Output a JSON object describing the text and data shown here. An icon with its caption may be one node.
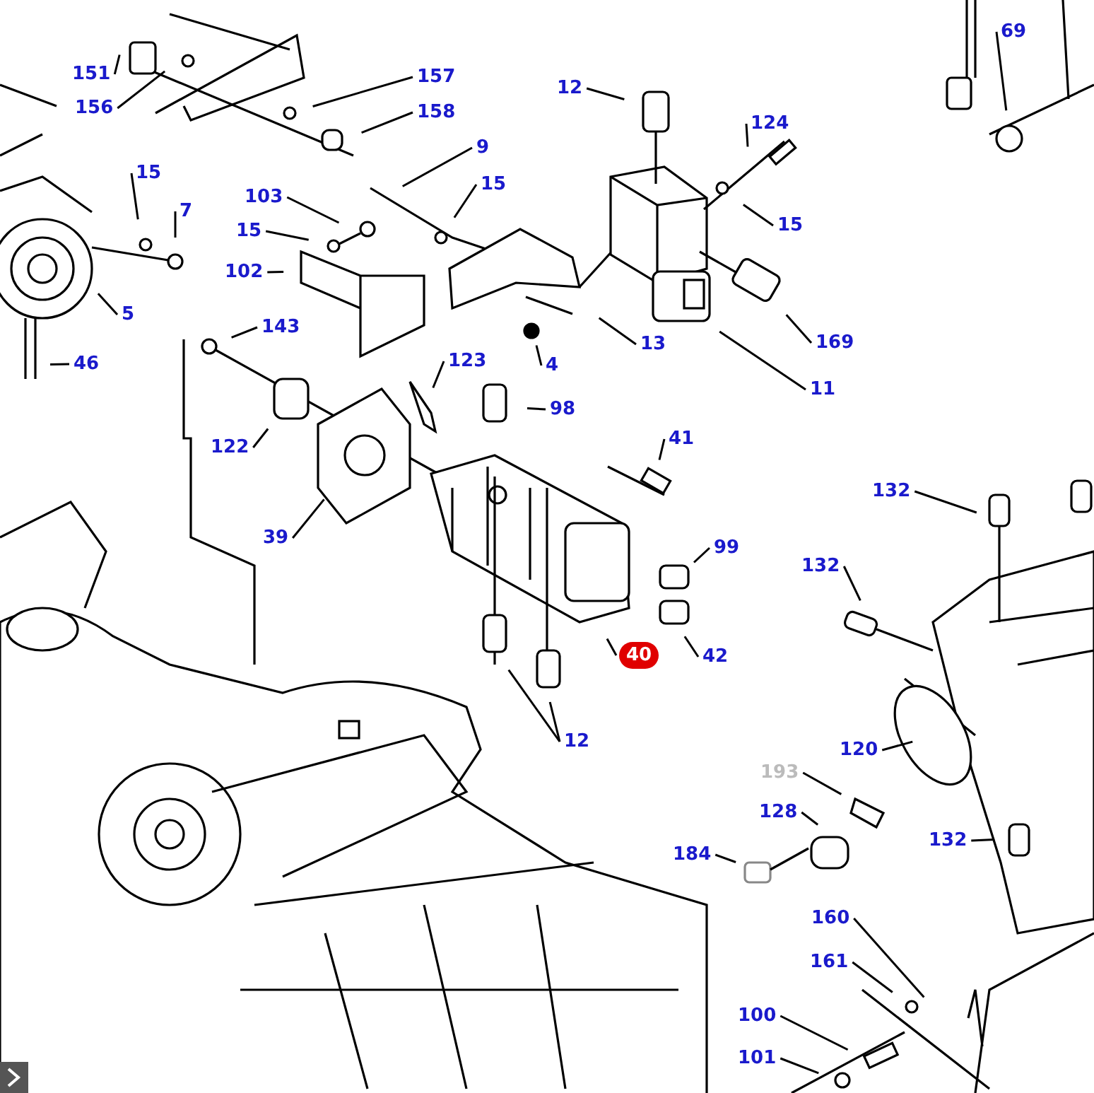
{
  "diagram": {
    "nodes": [
      {
        "text": [
          "151"
        ]
      },
      {
        "text": [
          "156"
        ]
      },
      {
        "text": [
          "157"
        ]
      },
      {
        "text": [
          "158"
        ]
      },
      {
        "text": [
          "9"
        ]
      },
      {
        "text": [
          "15"
        ]
      },
      {
        "text": [
          "7"
        ]
      },
      {
        "text": [
          "103"
        ]
      },
      {
        "text": [
          "15"
        ]
      },
      {
        "text": [
          "15"
        ]
      },
      {
        "text": [
          "102"
        ]
      },
      {
        "text": [
          "5"
        ]
      },
      {
        "text": [
          "46"
        ]
      },
      {
        "text": [
          "143"
        ]
      },
      {
        "text": [
          "123"
        ]
      },
      {
        "text": [
          "4"
        ]
      },
      {
        "text": [
          "98"
        ]
      },
      {
        "text": [
          "122"
        ]
      },
      {
        "text": [
          "41"
        ]
      },
      {
        "text": [
          "39"
        ]
      },
      {
        "text": [
          "99"
        ]
      },
      {
        "text": [
          "40"
        ]
      },
      {
        "text": [
          "42"
        ]
      },
      {
        "text": [
          "12"
        ]
      },
      {
        "text": [
          "12"
        ]
      },
      {
        "text": [
          "124"
        ]
      },
      {
        "text": [
          "15"
        ]
      },
      {
        "text": [
          "13"
        ]
      },
      {
        "text": [
          "169"
        ]
      },
      {
        "text": [
          "11"
        ]
      },
      {
        "text": [
          "69"
        ]
      },
      {
        "text": [
          "132"
        ]
      },
      {
        "text": [
          "132"
        ]
      },
      {
        "text": [
          "120"
        ]
      },
      {
        "text": [
          "193"
        ]
      },
      {
        "text": [
          "128"
        ]
      },
      {
        "text": [
          "184"
        ]
      },
      {
        "text": [
          "132"
        ]
      },
      {
        "text": [
          "160"
        ]
      },
      {
        "text": [
          "161"
        ]
      },
      {
        "text": [
          "100"
        ]
      },
      {
        "text": [
          "101"
        ]
      }
    ],
    "edges": [
      {
        "from": 0,
        "to": null,
        "arrow": "none"
      },
      {
        "from": 1,
        "to": null,
        "arrow": "none"
      },
      {
        "from": 2,
        "to": null,
        "arrow": "none"
      },
      {
        "from": 3,
        "to": null,
        "arrow": "none"
      },
      {
        "from": 4,
        "to": null,
        "arrow": "none"
      },
      {
        "from": 5,
        "to": null,
        "arrow": "none"
      },
      {
        "from": 6,
        "to": null,
        "arrow": "none"
      },
      {
        "from": 7,
        "to": null,
        "arrow": "none"
      },
      {
        "from": 8,
        "to": null,
        "arrow": "none"
      },
      {
        "from": 9,
        "to": null,
        "arrow": "none"
      },
      {
        "from": 10,
        "to": null,
        "arrow": "none"
      },
      {
        "from": 11,
        "to": null,
        "arrow": "none"
      },
      {
        "from": 12,
        "to": null,
        "arrow": "none"
      },
      {
        "from": 13,
        "to": null,
        "arrow": "none"
      },
      {
        "from": 14,
        "to": null,
        "arrow": "none"
      },
      {
        "from": 15,
        "to": null,
        "arrow": "none"
      },
      {
        "from": 16,
        "to": null,
        "arrow": "none"
      },
      {
        "from": 17,
        "to": null,
        "arrow": "none"
      },
      {
        "from": 18,
        "to": null,
        "arrow": "none"
      },
      {
        "from": 19,
        "to": null,
        "arrow": "none"
      },
      {
        "from": 20,
        "to": null,
        "arrow": "none"
      },
      {
        "from": 21,
        "to": null,
        "arrow": "none"
      },
      {
        "from": 22,
        "to": null,
        "arrow": "none"
      },
      {
        "from": 23,
        "to": null,
        "arrow": "none"
      },
      {
        "from": 23,
        "to": null,
        "arrow": "none"
      },
      {
        "from": 24,
        "to": null,
        "arrow": "none"
      },
      {
        "from": 25,
        "to": null,
        "arrow": "none"
      },
      {
        "from": 26,
        "to": null,
        "arrow": "none"
      },
      {
        "from": 27,
        "to": null,
        "arrow": "none"
      },
      {
        "from": 28,
        "to": null,
        "arrow": "none"
      },
      {
        "from": 29,
        "to": null,
        "arrow": "none"
      },
      {
        "from": 30,
        "to": null,
        "arrow": "none"
      },
      {
        "from": 31,
        "to": null,
        "arrow": "none"
      },
      {
        "from": 32,
        "to": null,
        "arrow": "none"
      },
      {
        "from": 33,
        "to": null,
        "arrow": "none"
      },
      {
        "from": 34,
        "to": null,
        "arrow": "none"
      },
      {
        "from": 35,
        "to": null,
        "arrow": "none"
      },
      {
        "from": 36,
        "to": null,
        "arrow": "none"
      },
      {
        "from": 37,
        "to": null,
        "arrow": "none"
      },
      {
        "from": 38,
        "to": null,
        "arrow": "none"
      },
      {
        "from": 39,
        "to": null,
        "arrow": "none"
      },
      {
        "from": 40,
        "to": null,
        "arrow": "none"
      },
      {
        "from": 41,
        "to": null,
        "arrow": "none"
      }
    ]
  }
}
